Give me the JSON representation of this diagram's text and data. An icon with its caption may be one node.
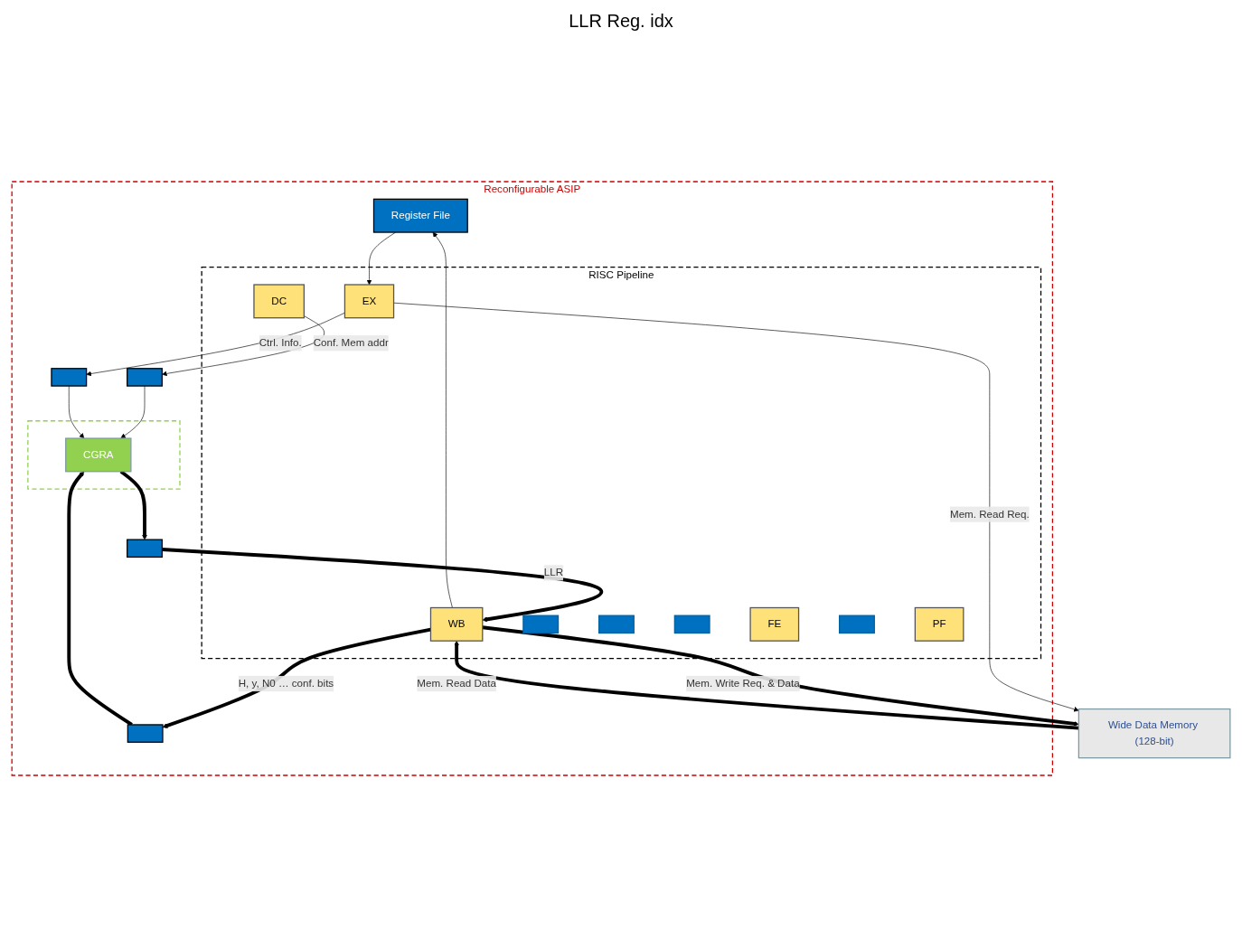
{
  "diagram": {
    "nodes": [
      {
        "text": [
          "Reconfigurable ASIP"
        ]
      },
      {
        "text": [],
        "shape": "box",
        "in": 0
      },
      {
        "text": [
          "CGRA"
        ],
        "in": 1
      },
      {
        "text": [],
        "shape": "box",
        "in": 0
      },
      {
        "text": [],
        "shape": "box",
        "in": 0
      },
      {
        "text": [],
        "shape": "box",
        "in": 0
      },
      {
        "text": [],
        "shape": "box",
        "in": 0
      },
      {
        "text": [
          "RISC Pipeline"
        ],
        "in": 0
      },
      {
        "text": [
          "PF"
        ],
        "in": 7
      },
      {
        "text": [],
        "shape": "bar",
        "in": 7
      },
      {
        "text": [
          "FE"
        ],
        "in": 7
      },
      {
        "text": [],
        "shape": "bar",
        "in": 7
      },
      {
        "text": [
          "DC"
        ],
        "in": 7
      },
      {
        "text": [],
        "shape": "bar",
        "in": 7
      },
      {
        "text": [
          "EX"
        ],
        "in": 7
      },
      {
        "text": [],
        "shape": "bar",
        "in": 7
      },
      {
        "text": [
          "WB"
        ],
        "in": 7
      },
      {
        "text": [
          "Register File"
        ],
        "in": 0
      },
      {
        "text": [
          "Wide Data Memory (128-bit)"
        ]
      }
    ],
    "edges": [
      {
        "from": 2,
        "to": 3,
        "arrow": "to",
        "style": "thick"
      },
      {
        "from": 3,
        "to": 16,
        "arrow": "to",
        "style": "thick",
        "label": "LLR"
      },
      {
        "from": 12,
        "to": 4,
        "arrow": "to",
        "label": "Conf. Mem addr"
      },
      {
        "from": 4,
        "to": 2,
        "arrow": "to"
      },
      {
        "from": 14,
        "to": 5,
        "arrow": "to",
        "label": "Ctrl. Info."
      },
      {
        "from": 5,
        "to": 2,
        "arrow": "to"
      },
      {
        "from": 16,
        "to": 6,
        "arrow": "to",
        "style": "thick",
        "label": "H, y, N0 … conf. bits"
      },
      {
        "from": 6,
        "to": 2,
        "arrow": "to",
        "style": "thick"
      },
      {
        "from": 14,
        "to": 18,
        "arrow": "to",
        "label": "Mem. Read Req."
      },
      {
        "from": 17,
        "to": 14,
        "arrow": "to"
      },
      {
        "from": 16,
        "to": 17,
        "arrow": "to"
      },
      {
        "from": 18,
        "to": 16,
        "arrow": "to",
        "style": "thick",
        "label": "Mem. Read Data"
      },
      {
        "from": 16,
        "to": 18,
        "arrow": "to",
        "style": "thick",
        "label": "Mem. Write Req. & Data"
      }
    ],
    "labels": [
      "LLR Reg. idx"
    ]
  }
}
